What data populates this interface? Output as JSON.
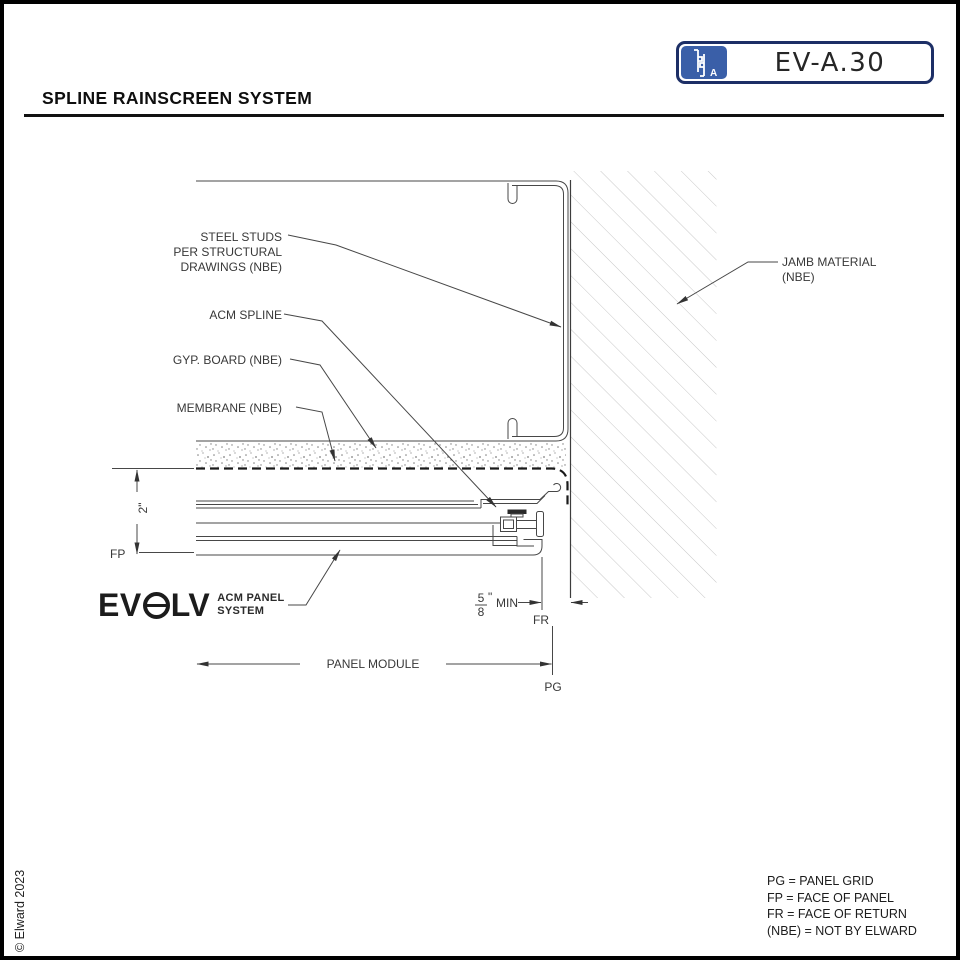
{
  "title_block": {
    "code": "EV-A.30"
  },
  "heading": "SPLINE RAINSCREEN SYSTEM",
  "drawing": {
    "labels": {
      "steel_studs_line1": "STEEL STUDS",
      "steel_studs_line2": "PER STRUCTURAL",
      "steel_studs_line3": "DRAWINGS (NBE)",
      "acm_spline": "ACM SPLINE",
      "gyp_board": "GYP. BOARD (NBE)",
      "membrane": "MEMBRANE (NBE)",
      "jamb_line1": "JAMB MATERIAL",
      "jamb_line2": "(NBE)",
      "panel_module": "PANEL MODULE"
    },
    "dims": {
      "two_inch": "2\"",
      "min_numerator": "5",
      "min_denominator": "8",
      "min_unit": "\"",
      "min_label": "MIN"
    },
    "markers": {
      "fp": "FP",
      "fr": "FR",
      "pg": "PG"
    }
  },
  "logo": {
    "ev": "EV",
    "lv": "LV",
    "sub_line1": "ACM PANEL",
    "sub_line2": "SYSTEM"
  },
  "legend": {
    "items": [
      "PG = PANEL GRID",
      "FP = FACE OF PANEL",
      "FR = FACE OF RETURN",
      "(NBE) = NOT BY ELWARD"
    ]
  },
  "copyright": "© Elward 2023",
  "colors": {
    "accent_blue": "#3a5fa8",
    "border_navy": "#1d2f66",
    "line": "#474747",
    "hatch": "#c8c8c8"
  }
}
